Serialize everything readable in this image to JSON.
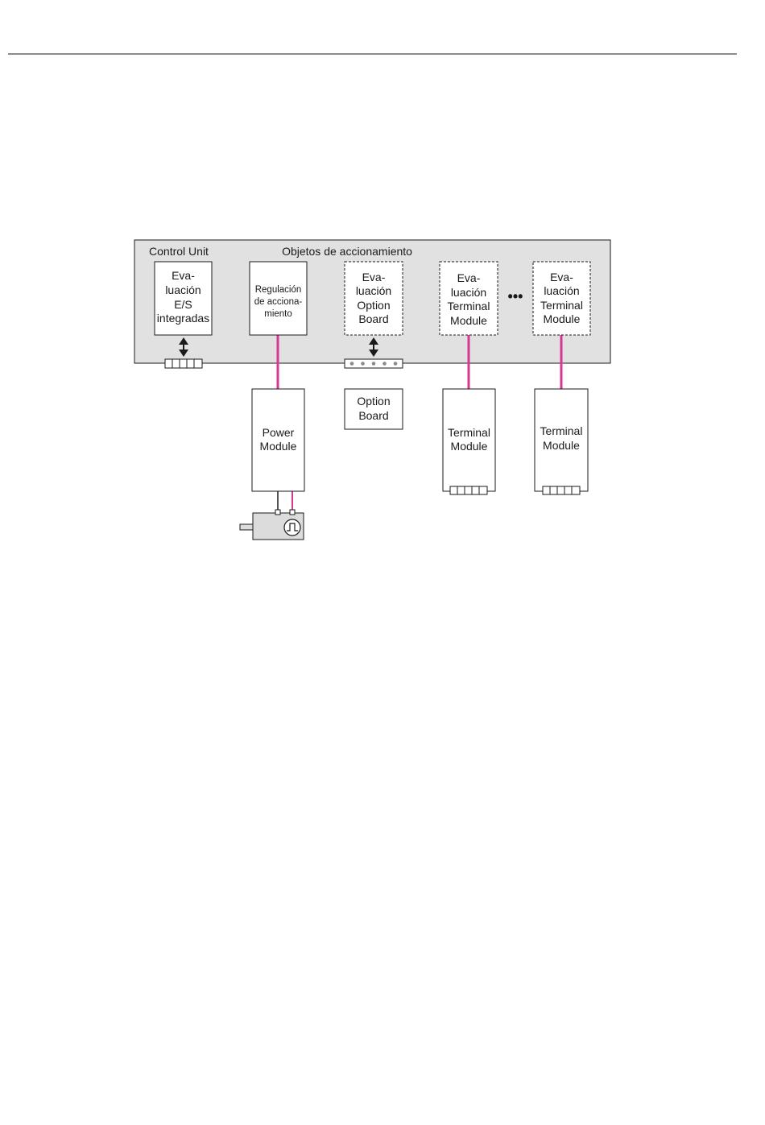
{
  "colors": {
    "panel_fill": "#e1e1e1",
    "bus_line": "#d6378f",
    "box_stroke": "#1a1a1a",
    "motor_fill": "#dcdcdc",
    "port_dot": "#8a8a8a"
  },
  "control_unit": {
    "title": "Control Unit",
    "drive_objects_title": "Objetos de accionamiento"
  },
  "blocks": {
    "io_eval": {
      "lines": [
        "Eva-",
        "luación",
        "E/S",
        "integradas"
      ]
    },
    "drive_control": {
      "lines": [
        "Regulación",
        "de acciona-",
        "miento"
      ]
    },
    "option_eval": {
      "lines": [
        "Eva-",
        "luación",
        "Option",
        "Board"
      ]
    },
    "tm_eval_1": {
      "lines": [
        "Eva-",
        "luación",
        "Terminal",
        "Module"
      ]
    },
    "tm_eval_2": {
      "lines": [
        "Eva-",
        "luación",
        "Terminal",
        "Module"
      ]
    }
  },
  "continuation": "•••",
  "hardware": {
    "power_module": {
      "lines": [
        "Power",
        "Module"
      ]
    },
    "option_board": {
      "lines": [
        "Option",
        "Board"
      ]
    },
    "terminal_module_1": {
      "lines": [
        "Terminal",
        "Module"
      ]
    },
    "terminal_module_2": {
      "lines": [
        "Terminal",
        "Module"
      ]
    }
  }
}
